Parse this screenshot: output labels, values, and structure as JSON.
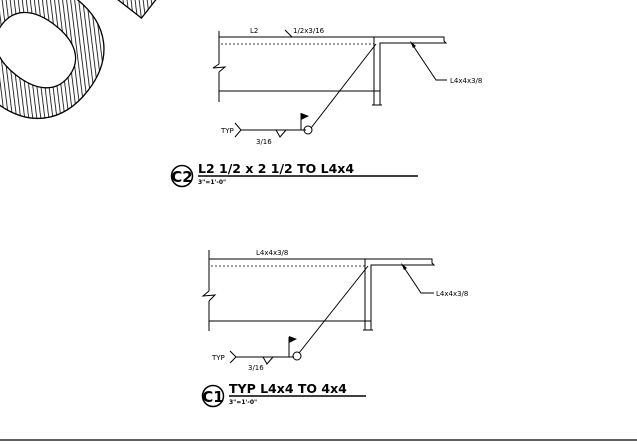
{
  "watermark": {
    "text": "OIL B"
  },
  "details": {
    "c2": {
      "number": "C2",
      "title": "L2 1/2 x 2 1/2 TO L4x4",
      "scale": "3\"=1'-0\"",
      "label_top_a": "L2",
      "label_top_b": "1/2x3/16",
      "label_right": "L4x4x3/8",
      "weld_side": "TYP",
      "weld_size": "3/16"
    },
    "c1": {
      "number": "C1",
      "title": "TYP L4x4 TO 4x4",
      "scale": "3\"=1'-0\"",
      "label_top": "L4x4x3/8",
      "label_right": "L4x4x3/8",
      "weld_side": "TYP",
      "weld_size": "3/16"
    }
  }
}
